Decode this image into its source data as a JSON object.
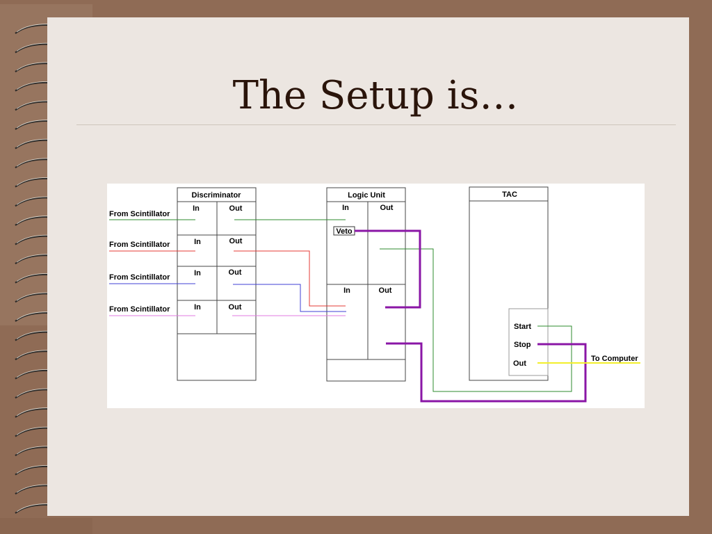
{
  "slide": {
    "title": "The Setup is…"
  },
  "colors": {
    "background": "#8f6b55",
    "slide": "#ece6e1",
    "title": "#2a140a",
    "channel_1": "#2e8b2e",
    "channel_2": "#e53935",
    "channel_3": "#3f3fd6",
    "channel_4": "#e07ae0",
    "veto_stop": "#8a16a6",
    "output": "#f2ef2a"
  },
  "diagram": {
    "inputs": [
      "From Scintillator",
      "From Scintillator",
      "From Scintillator",
      "From Scintillator"
    ],
    "discriminator": {
      "title": "Discriminator",
      "channels": [
        {
          "in": "In",
          "out": "Out"
        },
        {
          "in": "In",
          "out": "Out"
        },
        {
          "in": "In",
          "out": "Out"
        },
        {
          "in": "In",
          "out": "Out"
        }
      ]
    },
    "logic_unit": {
      "title": "Logic Unit",
      "top": {
        "in": "In",
        "out": "Out",
        "veto": "Veto"
      },
      "bottom": {
        "in": "In",
        "out": "Out"
      }
    },
    "tac": {
      "title": "TAC",
      "ports": {
        "start": "Start",
        "stop": "Stop",
        "out": "Out"
      }
    },
    "destination": "To Computer"
  }
}
